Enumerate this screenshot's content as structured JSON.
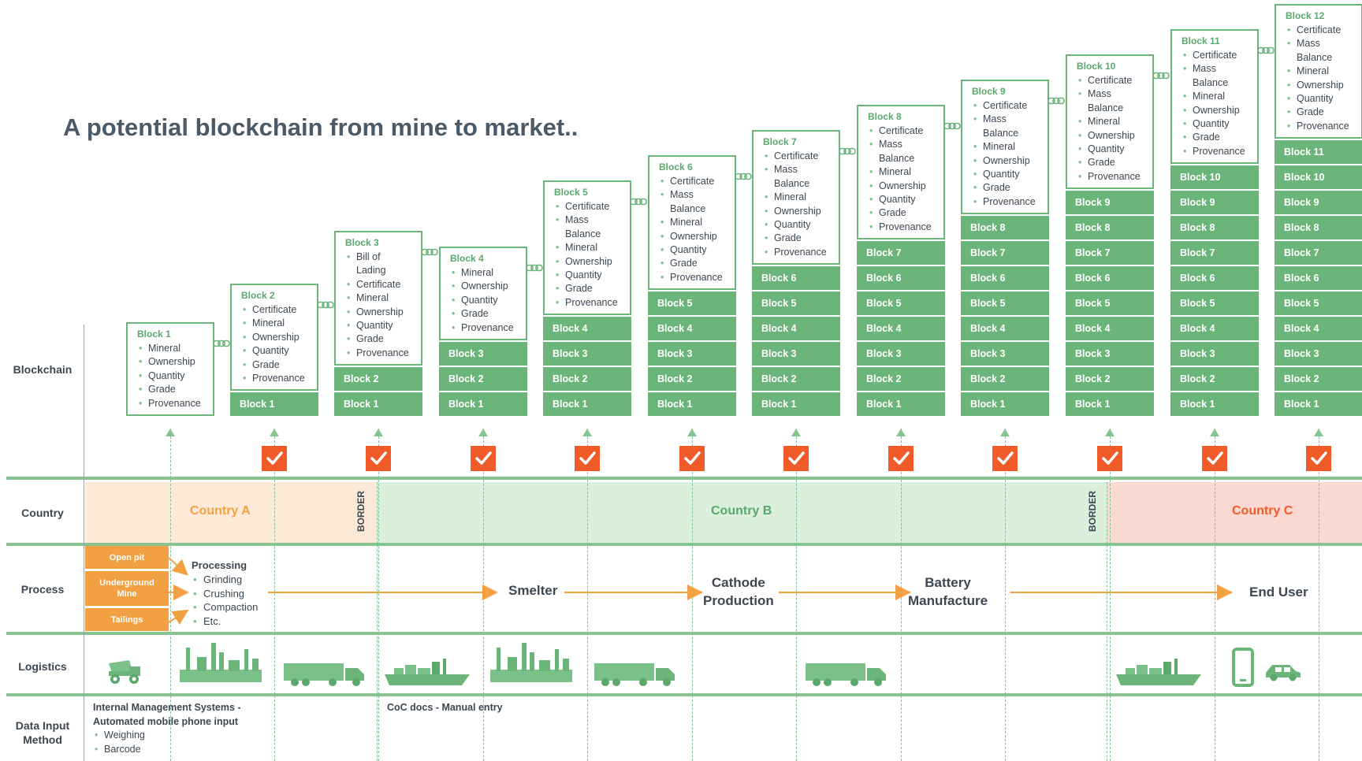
{
  "title": "A potential blockchain from mine to market..",
  "row_labels": {
    "blockchain": "Blockchain",
    "country": "Country",
    "process": "Process",
    "logistics": "Logistics",
    "data_input_line1": "Data Input",
    "data_input_line2": "Method"
  },
  "blocks": [
    {
      "title": "Block 1",
      "items": [
        "Mineral",
        "Ownership",
        "Quantity",
        "Grade",
        "Provenance"
      ]
    },
    {
      "title": "Block 2",
      "items": [
        "Certificate",
        "Mineral",
        "Ownership",
        "Quantity",
        "Grade",
        "Provenance"
      ]
    },
    {
      "title": "Block 3",
      "items": [
        "Bill of Lading",
        "Certificate",
        "Mineral",
        "Ownership",
        "Quantity",
        "Grade",
        "Provenance"
      ]
    },
    {
      "title": "Block 4",
      "items": [
        "Mineral",
        "Ownership",
        "Quantity",
        "Grade",
        "Provenance"
      ]
    },
    {
      "title": "Block 5",
      "items": [
        "Certificate",
        "Mass Balance",
        "Mineral",
        "Ownership",
        "Quantity",
        "Grade",
        "Provenance"
      ]
    },
    {
      "title": "Block 6",
      "items": [
        "Certificate",
        "Mass Balance",
        "Mineral",
        "Ownership",
        "Quantity",
        "Grade",
        "Provenance"
      ]
    },
    {
      "title": "Block 7",
      "items": [
        "Certificate",
        "Mass Balance",
        "Mineral",
        "Ownership",
        "Quantity",
        "Grade",
        "Provenance"
      ]
    },
    {
      "title": "Block 8",
      "items": [
        "Certificate",
        "Mass Balance",
        "Mineral",
        "Ownership",
        "Quantity",
        "Grade",
        "Provenance"
      ]
    },
    {
      "title": "Block 9",
      "items": [
        "Certificate",
        "Mass Balance",
        "Mineral",
        "Ownership",
        "Quantity",
        "Grade",
        "Provenance"
      ]
    },
    {
      "title": "Block 10",
      "items": [
        "Certificate",
        "Mass Balance",
        "Mineral",
        "Ownership",
        "Quantity",
        "Grade",
        "Provenance"
      ]
    },
    {
      "title": "Block 11",
      "items": [
        "Certificate",
        "Mass Balance",
        "Mineral",
        "Ownership",
        "Quantity",
        "Grade",
        "Provenance"
      ]
    },
    {
      "title": "Block 12",
      "items": [
        "Certificate",
        "Mass Balance",
        "Mineral",
        "Ownership",
        "Quantity",
        "Grade",
        "Provenance"
      ]
    }
  ],
  "stack_labels": [
    "Block 1",
    "Block 2",
    "Block 3",
    "Block 4",
    "Block 5",
    "Block 6",
    "Block 7",
    "Block 8",
    "Block 9",
    "Block 10",
    "Block 11"
  ],
  "countries": [
    {
      "name": "Country A",
      "color": "#f3a043",
      "band": "#fde9d8"
    },
    {
      "name": "Country B",
      "color": "#5aa86c",
      "band": "#daefdc"
    },
    {
      "name": "Country C",
      "color": "#f15a29",
      "band": "#fbd9d3"
    }
  ],
  "border_label": "BORDER",
  "sources": [
    "Open pit",
    "Underground Mine",
    "Tailings"
  ],
  "processing": {
    "title": "Processing",
    "items": [
      "Grinding",
      "Crushing",
      "Compaction",
      "Etc."
    ]
  },
  "stages": {
    "smelter": "Smelter",
    "cathode_line1": "Cathode",
    "cathode_line2": "Production",
    "battery_line1": "Battery",
    "battery_line2": "Manufacture",
    "end_user": "End User"
  },
  "logistics_icons": [
    "mine-truck-icon",
    "factory-icon",
    "truck-icon",
    "ship-icon",
    "factory-icon",
    "truck-icon",
    "truck-icon",
    "ship-icon",
    "phone-icon",
    "car-icon"
  ],
  "data_input": {
    "internal_line1": "Internal Management Systems -",
    "internal_line2": "Automated mobile phone input",
    "internal_items": [
      "Weighing",
      "Barcode"
    ],
    "coc": "CoC docs - Manual entry"
  },
  "colors": {
    "green": "#6bb57b",
    "orange": "#f3a043",
    "red": "#f15a29",
    "text": "#3c4752"
  }
}
